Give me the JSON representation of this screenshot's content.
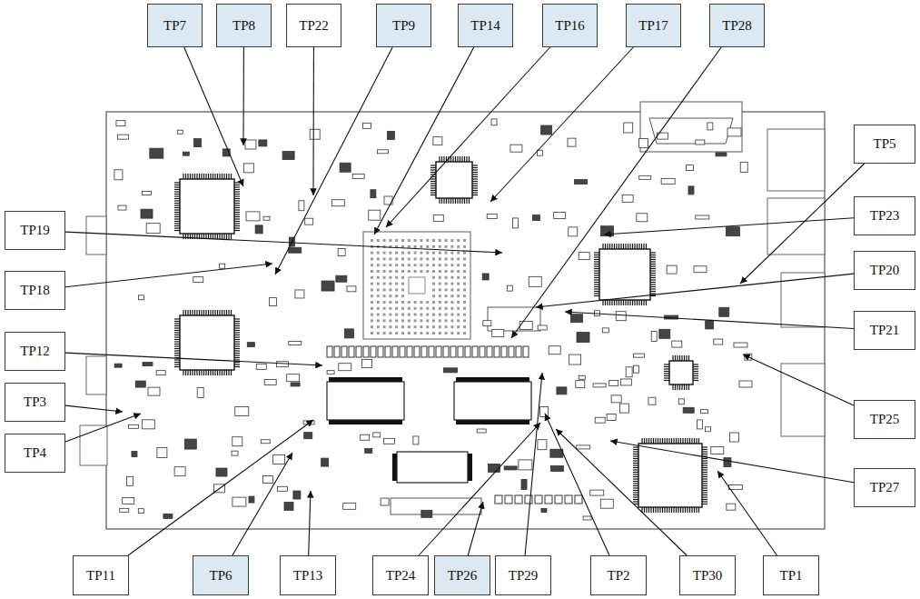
{
  "diagram": {
    "nodes": [
      {
        "text": [
          "TP7"
        ]
      },
      {
        "text": [
          "TP8"
        ]
      },
      {
        "text": [
          "TP22"
        ]
      },
      {
        "text": [
          "TP9"
        ]
      },
      {
        "text": [
          "TP14"
        ]
      },
      {
        "text": [
          "TP16"
        ]
      },
      {
        "text": [
          "TP17"
        ]
      },
      {
        "text": [
          "TP28"
        ]
      },
      {
        "text": [
          "TP19"
        ]
      },
      {
        "text": [
          "TP18"
        ]
      },
      {
        "text": [
          "TP12"
        ]
      },
      {
        "text": [
          "TP3"
        ]
      },
      {
        "text": [
          "TP4"
        ]
      },
      {
        "text": [
          "TP5"
        ]
      },
      {
        "text": [
          "TP23"
        ]
      },
      {
        "text": [
          "TP20"
        ]
      },
      {
        "text": [
          "TP21"
        ]
      },
      {
        "text": [
          "TP25"
        ]
      },
      {
        "text": [
          "TP27"
        ]
      },
      {
        "text": [
          "TP11"
        ]
      },
      {
        "text": [
          "TP6"
        ]
      },
      {
        "text": [
          "TP13"
        ]
      },
      {
        "text": [
          "TP24"
        ]
      },
      {
        "text": [
          "TP26"
        ]
      },
      {
        "text": [
          "TP29"
        ]
      },
      {
        "text": [
          "TP2"
        ]
      },
      {
        "text": [
          "TP30"
        ]
      },
      {
        "text": [
          "TP1"
        ]
      }
    ]
  }
}
